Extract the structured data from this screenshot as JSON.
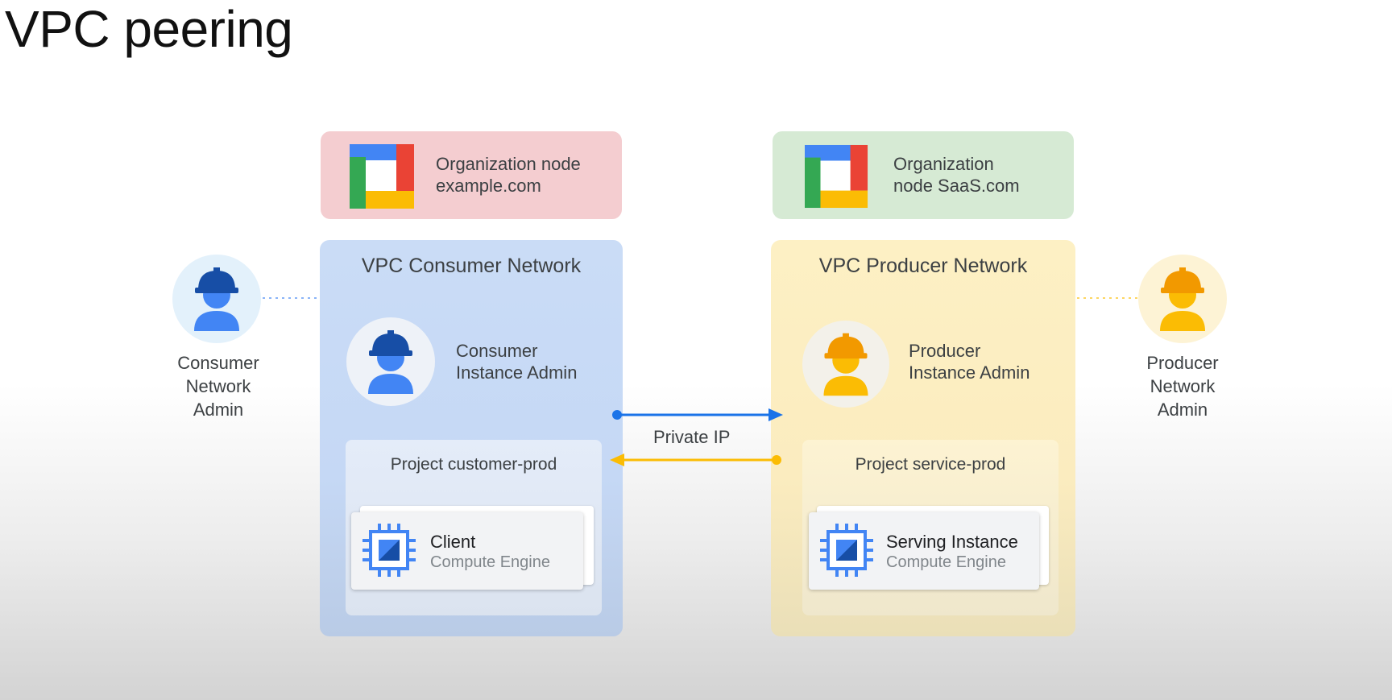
{
  "title": "VPC peering",
  "org_left": {
    "line1": "Organization node",
    "line2": "example.com"
  },
  "org_right": {
    "line1": "Organization",
    "line2": "node SaaS.com"
  },
  "consumer_network": {
    "title": "VPC Consumer Network",
    "admin": {
      "line1": "Consumer",
      "line2": "Instance Admin"
    },
    "project": "Project customer-prod",
    "instance": {
      "name": "Client",
      "service": "Compute Engine"
    }
  },
  "producer_network": {
    "title": "VPC Producer Network",
    "admin": {
      "line1": "Producer",
      "line2": "Instance Admin"
    },
    "project": "Project service-prod",
    "instance": {
      "name": "Serving Instance",
      "service": "Compute Engine"
    }
  },
  "consumer_network_admin": {
    "line1": "Consumer",
    "line2": "Network",
    "line3": "Admin"
  },
  "producer_network_admin": {
    "line1": "Producer",
    "line2": "Network",
    "line3": "Admin"
  },
  "connection_label": "Private IP",
  "colors": {
    "consumer_blue": "#1a73e8",
    "producer_yellow": "#fbbc04",
    "org_red": "#f4cdd0",
    "org_green": "#d6ead4"
  },
  "icons": [
    "gcp-logo-icon",
    "worker-icon",
    "compute-engine-chip-icon",
    "arrow-right-icon",
    "arrow-left-icon"
  ]
}
